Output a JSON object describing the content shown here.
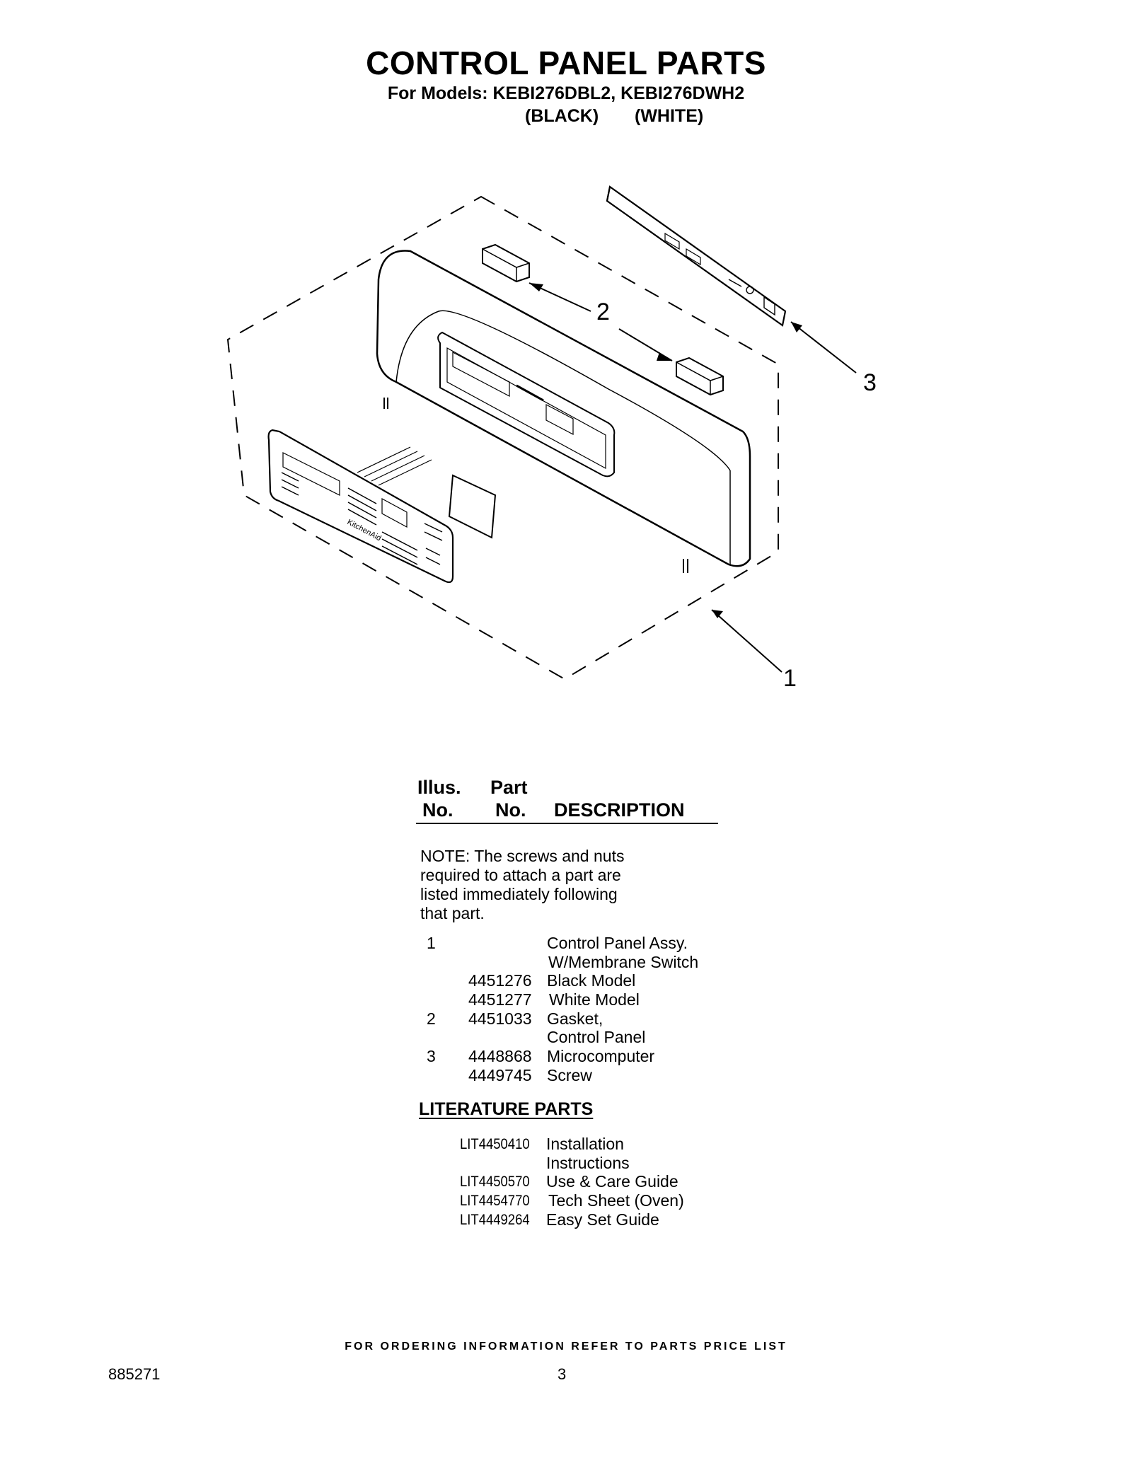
{
  "header": {
    "title": "CONTROL PANEL PARTS",
    "models_line": "For Models: KEBI276DBL2, KEBI276DWH2",
    "color_black": "(BLACK)",
    "color_white": "(WHITE)"
  },
  "diagram": {
    "callouts": [
      "1",
      "2",
      "3"
    ],
    "brand_text": "KitchenAid"
  },
  "parts_table": {
    "col_illus_1": "Illus.",
    "col_illus_2": "No.",
    "col_part_1": "Part",
    "col_part_2": "No.",
    "col_desc": "DESCRIPTION",
    "note": [
      "NOTE: The screws and nuts",
      "required to attach a part are",
      "listed immediately following",
      "that part."
    ],
    "rows": [
      {
        "illus": "1",
        "part": "",
        "desc": "Control Panel Assy."
      },
      {
        "illus": "",
        "part": "",
        "desc": "W/Membrane Switch"
      },
      {
        "illus": "",
        "part": "4451276",
        "desc": "Black Model"
      },
      {
        "illus": "",
        "part": "4451277",
        "desc": "White Model"
      },
      {
        "illus": "2",
        "part": "4451033",
        "desc": "Gasket,"
      },
      {
        "illus": "",
        "part": "",
        "desc": "Control Panel"
      },
      {
        "illus": "3",
        "part": "4448868",
        "desc": "Microcomputer"
      },
      {
        "illus": "",
        "part": "4449745",
        "desc": "Screw"
      }
    ]
  },
  "literature": {
    "heading": "LITERATURE PARTS",
    "rows": [
      {
        "part": "LIT4450410",
        "desc": "Installation"
      },
      {
        "part": "",
        "desc": "Instructions"
      },
      {
        "part": "LIT4450570",
        "desc": "Use & Care Guide"
      },
      {
        "part": "LIT4454770",
        "desc": "Tech Sheet (Oven)"
      },
      {
        "part": "LIT4449264",
        "desc": "Easy Set Guide"
      }
    ]
  },
  "footer": {
    "ordering": "FOR ORDERING INFORMATION REFER TO PARTS PRICE LIST",
    "doc_number": "885271",
    "page_number": "3"
  }
}
